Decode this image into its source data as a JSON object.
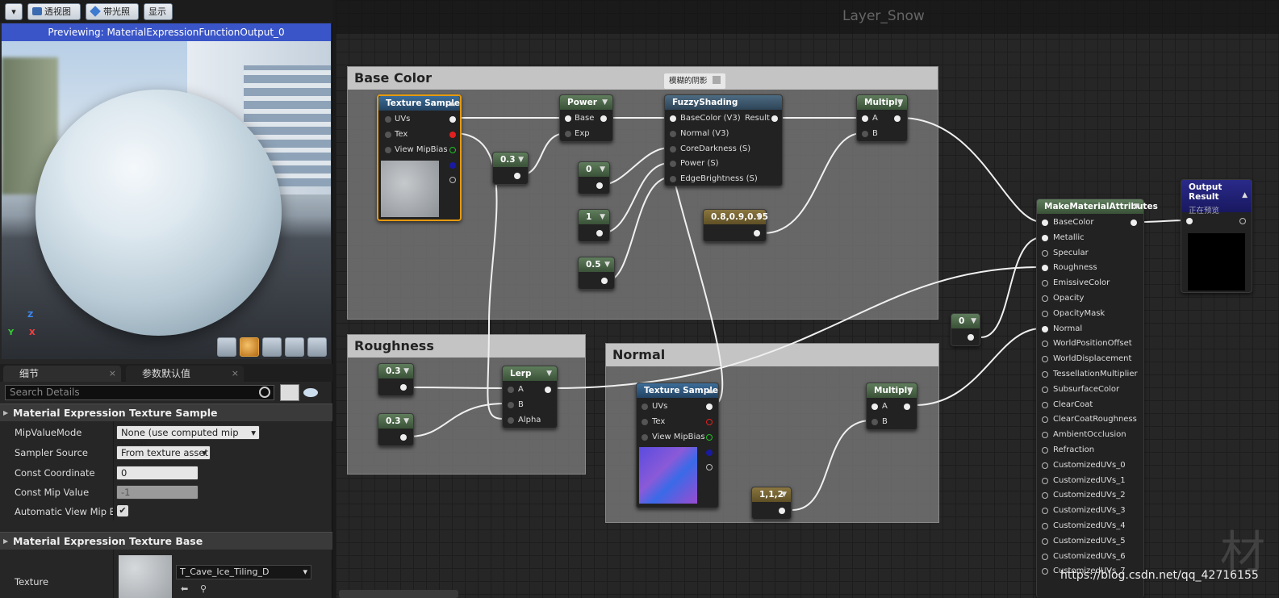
{
  "viewport": {
    "toolbar": {
      "dropdown": "▾",
      "perspective": "透视图",
      "lit": "带光照",
      "show": "显示"
    },
    "banner": "Previewing: MaterialExpressionFunctionOutput_0",
    "axes": {
      "z": "Z",
      "y": "Y",
      "x": "X"
    }
  },
  "details": {
    "tabs": [
      {
        "label": "细节",
        "close": "×"
      },
      {
        "label": "参数默认值",
        "close": "×"
      }
    ],
    "search_placeholder": "Search Details",
    "section1": {
      "title": "Material Expression Texture Sample",
      "props": [
        {
          "label": "MipValueMode",
          "value": "None (use computed mip level)"
        },
        {
          "label": "Sampler Source",
          "value": "From texture asset"
        },
        {
          "label": "Const Coordinate",
          "value": "0"
        },
        {
          "label": "Const Mip Value",
          "value": "-1"
        },
        {
          "label": "Automatic View Mip Bias",
          "value": "✔"
        }
      ]
    },
    "section2": {
      "title": "Material Expression Texture Base",
      "texture_label": "Texture",
      "texture_value": "T_Cave_Ice_Tiling_D"
    }
  },
  "graph": {
    "title": "Layer_Snow",
    "comments": {
      "base_color": "Base Color",
      "roughness": "Roughness",
      "normal": "Normal"
    },
    "tooltip": "模糊的阴影",
    "nodes": {
      "texsample1": {
        "title": "Texture Sample",
        "pins": [
          "UVs",
          "Tex",
          "View MipBias"
        ]
      },
      "power": {
        "title": "Power",
        "pins": [
          "Base",
          "Exp"
        ]
      },
      "const03a": {
        "title": "0.3"
      },
      "const0a": {
        "title": "0"
      },
      "const1": {
        "title": "1"
      },
      "const05": {
        "title": "0.5"
      },
      "fuzzy": {
        "title": "FuzzyShading",
        "pins": [
          "BaseColor (V3)",
          "Normal (V3)",
          "CoreDarkness (S)",
          "Power (S)",
          "EdgeBrightness (S)"
        ],
        "output": "Result"
      },
      "vec3": {
        "title": "0.8,0.9,0.95"
      },
      "multiply1": {
        "title": "Multiply",
        "pins": [
          "A",
          "B"
        ]
      },
      "const03b": {
        "title": "0.3"
      },
      "const03c": {
        "title": "0.3"
      },
      "lerp": {
        "title": "Lerp",
        "pins": [
          "A",
          "B",
          "Alpha"
        ]
      },
      "texsample2": {
        "title": "Texture Sample",
        "pins": [
          "UVs",
          "Tex",
          "View MipBias"
        ]
      },
      "multiply2": {
        "title": "Multiply",
        "pins": [
          "A",
          "B"
        ]
      },
      "vec112": {
        "title": "1,1,2"
      },
      "const0b": {
        "title": "0"
      },
      "mma": {
        "title": "MakeMaterialAttributes",
        "pins": [
          "BaseColor",
          "Metallic",
          "Specular",
          "Roughness",
          "EmissiveColor",
          "Opacity",
          "OpacityMask",
          "Normal",
          "WorldPositionOffset",
          "WorldDisplacement",
          "TessellationMultiplier",
          "SubsurfaceColor",
          "ClearCoat",
          "ClearCoatRoughness",
          "AmbientOcclusion",
          "Refraction",
          "CustomizedUVs_0",
          "CustomizedUVs_1",
          "CustomizedUVs_2",
          "CustomizedUVs_3",
          "CustomizedUVs_4",
          "CustomizedUVs_5",
          "CustomizedUVs_6",
          "CustomizedUVs_7"
        ]
      },
      "output": {
        "title": "Output Result",
        "subtitle": "正在预览"
      }
    },
    "watermark": "https://blog.csdn.net/qq_42716155",
    "watermark_char": "材"
  }
}
